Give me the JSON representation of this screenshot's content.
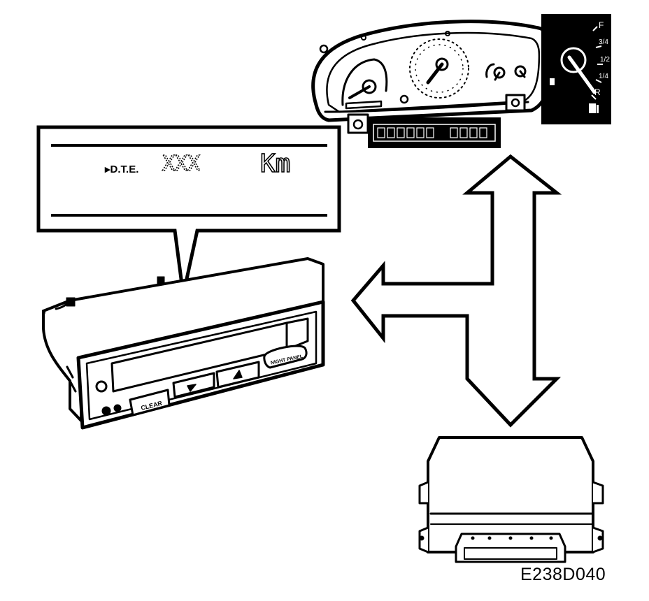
{
  "callout": {
    "dte_label": "▸D.T.E.",
    "value": "XXX",
    "unit": "Km"
  },
  "gauge": {
    "fuel_marks": [
      "F",
      "3/4",
      "1/2",
      "1/4",
      "R"
    ]
  },
  "info_unit": {
    "buttons": {
      "clear": "CLEAR",
      "night_panel": "NIGHT PANEL"
    }
  },
  "figure": {
    "reference": "E238D040"
  }
}
